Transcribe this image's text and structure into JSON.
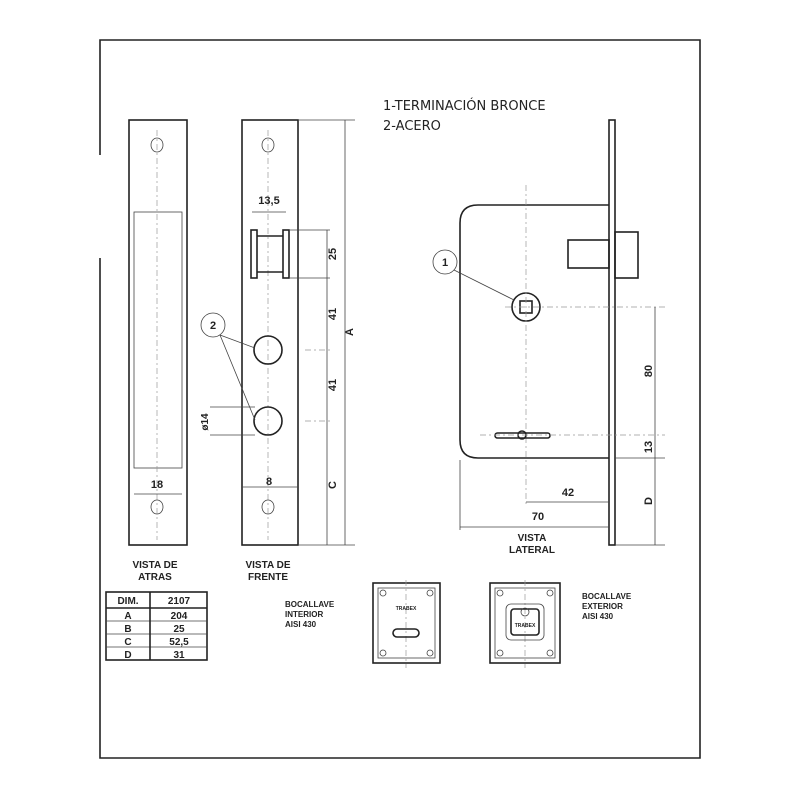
{
  "title_lines": [
    "1-TERMINACIÓN BRONCE",
    "2-ACERO"
  ],
  "views": {
    "back": [
      "VISTA DE",
      "ATRAS"
    ],
    "front": [
      "VISTA DE",
      "FRENTE"
    ],
    "lateral": [
      "VISTA",
      "LATERAL"
    ]
  },
  "dimensions": {
    "back_width": "18",
    "latch_width": "13,5",
    "latch_height": "25",
    "spacing_1": "41",
    "spacing_2": "41",
    "hole_diameter": "ø14",
    "front_width": "8",
    "dim_a": "A",
    "dim_c": "C",
    "dim_80": "80",
    "dim_13": "13",
    "dim_d": "D",
    "dim_42": "42",
    "dim_70": "70"
  },
  "callouts": [
    "1",
    "2"
  ],
  "table": {
    "headers": [
      "DIM.",
      "2107"
    ],
    "rows": [
      [
        "A",
        "204"
      ],
      [
        "B",
        "25"
      ],
      [
        "C",
        "52,5"
      ],
      [
        "D",
        "31"
      ]
    ]
  },
  "escutcheons": {
    "interior": [
      "BOCALLAVE",
      "INTERIOR",
      "AISI 430"
    ],
    "exterior": [
      "BOCALLAVE",
      "EXTERIOR",
      "AISI 430"
    ],
    "brand": "TRABEX"
  }
}
